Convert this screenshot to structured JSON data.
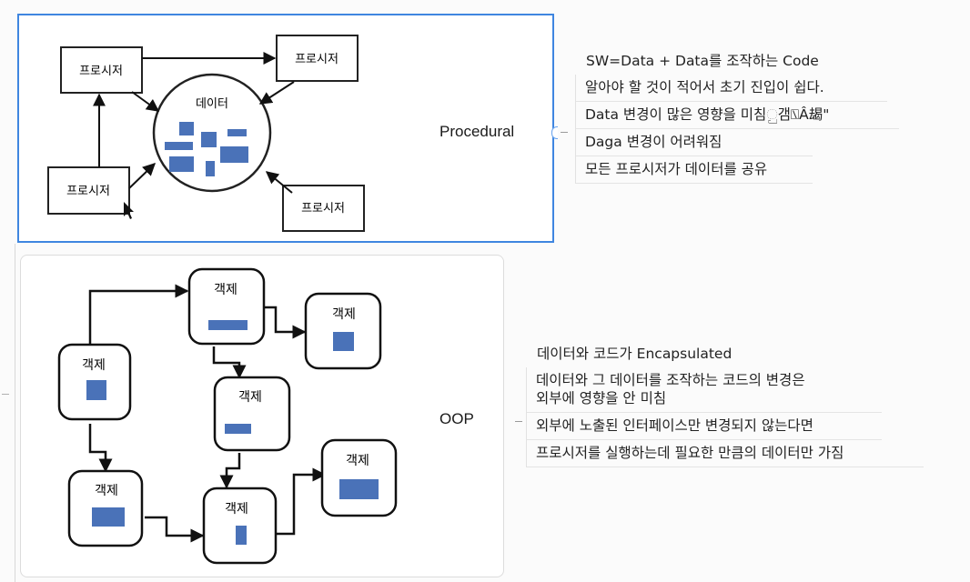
{
  "procedural": {
    "topic": "Procedural",
    "diagram": {
      "procedure_label": "프로시저",
      "data_label": "데이터",
      "procedures": [
        "top-left",
        "top-right",
        "bottom-left",
        "bottom-right"
      ]
    },
    "notes": {
      "header": "SW=Data + Data를 조작하는 Code",
      "items": [
        "알아야 할 것이 적어서 초기 진입이 쉽다.",
        "Data 변경이 많은 영향을 미침ු갬⍂Â朅\"",
        "Daga 변경이 어려워짐",
        "모든 프로시저가 데이터를 공유"
      ]
    }
  },
  "oop": {
    "topic": "OOP",
    "diagram": {
      "object_label": "객제",
      "object_count": 7
    },
    "notes": {
      "header": "데이터와 코드가 Encapsulated",
      "items": [
        "데이터와 그 데이터를 조작하는 코드의 변경은\n외부에 영향을 안 미침",
        "외부에 노출된 인터페이스만 변경되지 않는다면",
        "프로시저를 실행하는데 필요한 만큼의 데이터만 가짐"
      ]
    }
  },
  "colors": {
    "selection": "#3f86e0",
    "data_block": "#4a72b8",
    "stroke": "#111111"
  }
}
